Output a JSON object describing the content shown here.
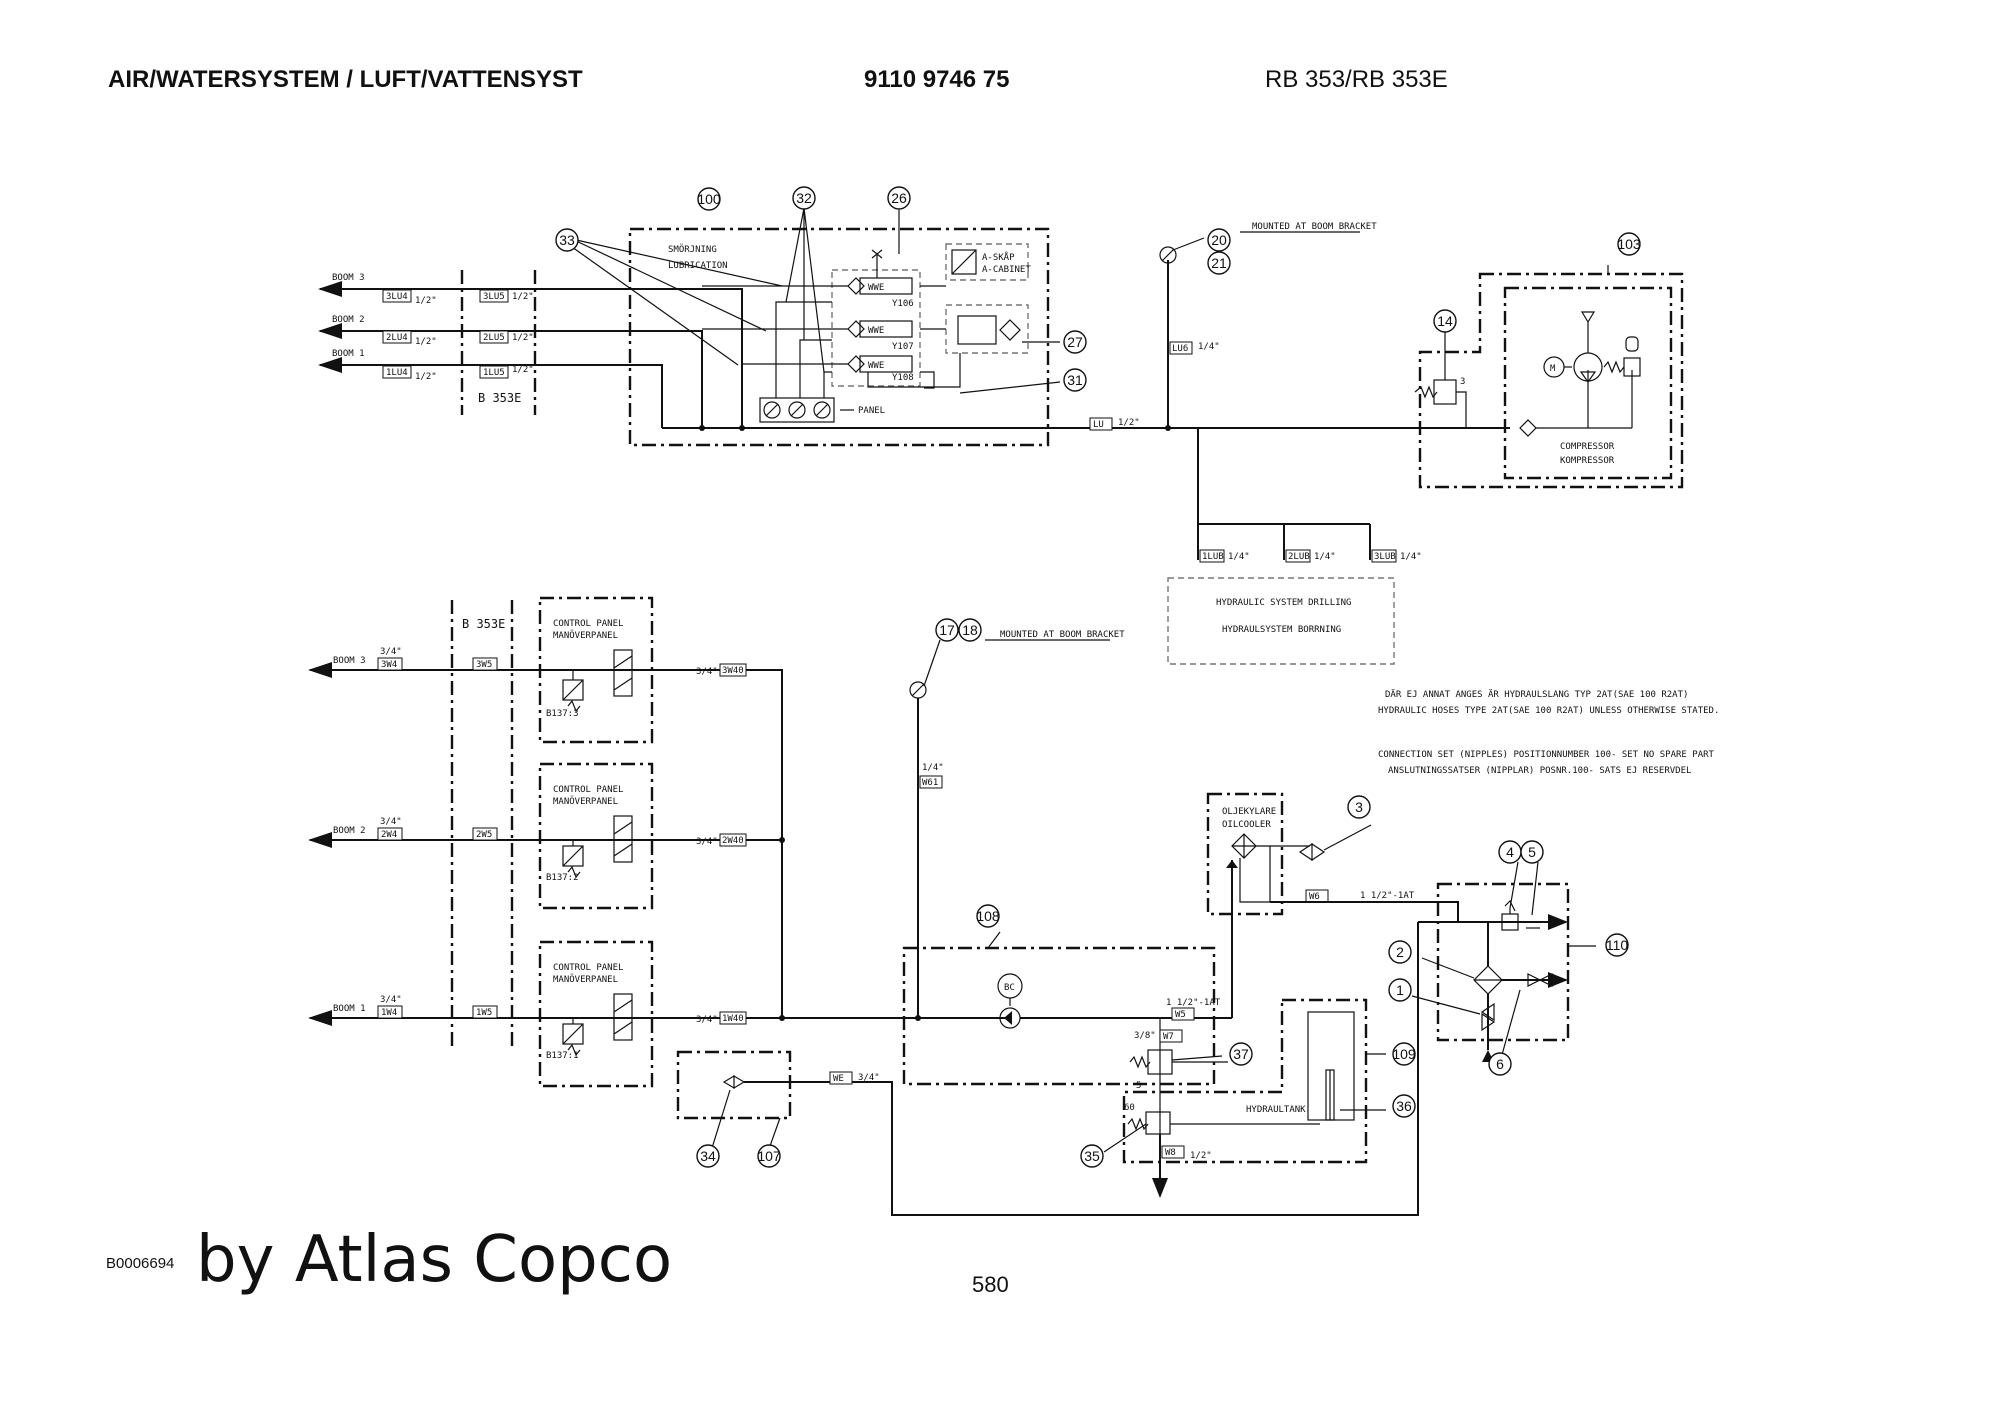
{
  "header": {
    "title": "AIR/WATERSYSTEM / LUFT/VATTENSYST",
    "part_number": "9110 9746 75",
    "model": "RB 353/RB 353E"
  },
  "diagram": {
    "position_numbers": [
      "100",
      "32",
      "26",
      "33",
      "20",
      "21",
      "103",
      "14",
      "27",
      "31",
      "17",
      "18",
      "3",
      "108",
      "4",
      "5",
      "2",
      "1",
      "6",
      "110",
      "37",
      "109",
      "36",
      "34",
      "107",
      "35"
    ],
    "lubrication": {
      "title_sv": "SMÖRJNING",
      "title_en": "LUBRICATION",
      "panel": "PANEL",
      "valves": [
        "Y106",
        "Y107",
        "Y108"
      ],
      "cabinet_sv": "A-SKÅP",
      "cabinet_en": "A-CABINET"
    },
    "air_booms": [
      {
        "label": "BOOM 3",
        "hose_a": "3LU4",
        "size_a": "1/2\"",
        "hose_b": "3LU5",
        "size_b": "1/2\""
      },
      {
        "label": "BOOM 2",
        "hose_a": "2LU4",
        "size_a": "1/2\"",
        "hose_b": "2LU5",
        "size_b": "1/2\""
      },
      {
        "label": "BOOM 1",
        "hose_a": "1LU4",
        "size_a": "1/2\"",
        "hose_b": "1LU5",
        "size_b": "1/2\""
      }
    ],
    "b353e_label": "B 353E",
    "mounted_note": "MOUNTED AT BOOM BRACKET",
    "lu6": {
      "tag": "LU6",
      "size": "1/4\""
    },
    "lu": {
      "tag": "LU",
      "size": "1/2\""
    },
    "compressor": {
      "en": "COMPRESSOR",
      "sv": "KOMPRESSOR",
      "motor": "M",
      "relief_value": "3"
    },
    "lub_branches": [
      {
        "tag": "1LUB",
        "size": "1/4\""
      },
      {
        "tag": "2LUB",
        "size": "1/4\""
      },
      {
        "tag": "3LUB",
        "size": "1/4\""
      }
    ],
    "hydraulic_system": {
      "en": "HYDRAULIC SYSTEM DRILLING",
      "sv": "HYDRAULSYSTEM BORRNING"
    },
    "water_booms": [
      {
        "label": "BOOM 3",
        "size": "3/4\"",
        "hose_a": "3W4",
        "hose_b": "3W5",
        "out_size": "3/4\"",
        "out_hose": "3W40",
        "valve": "B137:3"
      },
      {
        "label": "BOOM 2",
        "size": "3/4\"",
        "hose_a": "2W4",
        "hose_b": "2W5",
        "out_size": "3/4\"",
        "out_hose": "2W40",
        "valve": "B137:2"
      },
      {
        "label": "BOOM 1",
        "size": "3/4\"",
        "hose_a": "1W4",
        "hose_b": "1W5",
        "out_size": "3/4\"",
        "out_hose": "1W40",
        "valve": "B137:1"
      }
    ],
    "control_panel": {
      "en": "CONTROL PANEL",
      "sv": "MANÖVERPANEL"
    },
    "w61": {
      "tag": "W61",
      "size": "1/4\""
    },
    "notes": [
      "DÄR EJ ANNAT ANGES ÄR HYDRAULSLANG TYP 2AT(SAE 100 R2AT)",
      "HYDRAULIC HOSES TYPE 2AT(SAE 100 R2AT) UNLESS OTHERWISE STATED.",
      "CONNECTION SET (NIPPLES) POSITIONNUMBER 100- SET NO SPARE PART",
      "ANSLUTNINGSSATSER (NIPPLAR) POSNR.100- SATS EJ RESERVDEL"
    ],
    "oilcooler": {
      "sv": "OLJEKYLARE",
      "en": "OILCOOLER"
    },
    "w6": {
      "tag": "W6",
      "size": "1 1/2\"-1AT"
    },
    "w5": {
      "tag": "W5",
      "size": "1 1/2\"-1AT"
    },
    "w7": {
      "tag": "W7",
      "size": "3/8\"",
      "setting": "5"
    },
    "we": {
      "tag": "WE",
      "size": "3/4\""
    },
    "w8": {
      "tag": "W8",
      "size": "1/2\"",
      "setting": "60"
    },
    "pressure_gauge": "BC",
    "tank": "HYDRAULTANK"
  },
  "footer": {
    "code": "B0006694",
    "brand": "by Atlas Copco",
    "page": "580"
  }
}
